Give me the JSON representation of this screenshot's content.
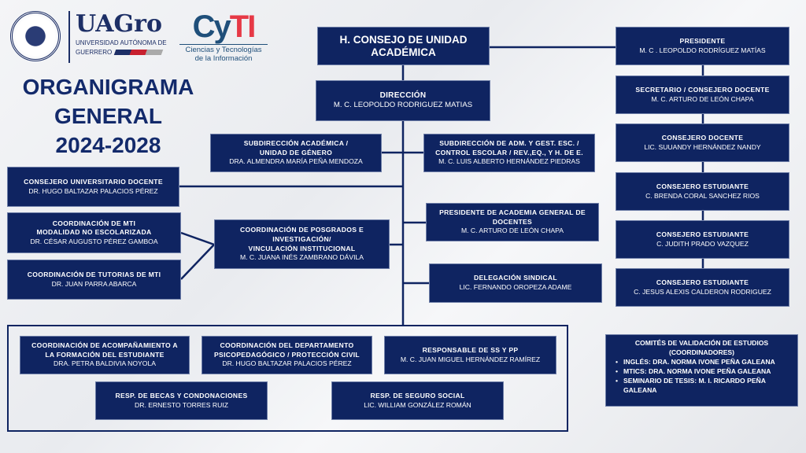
{
  "logos": {
    "uagro_name": "UAGro",
    "uagro_sub1": "UNIVERSIDAD AUTÓNOMA DE",
    "uagro_sub2": "GUERRERO",
    "cyti_name_1": "Cy",
    "cyti_name_2": "TI",
    "cyti_sub1": "Ciencias y Tecnologías",
    "cyti_sub2": "de la Información"
  },
  "title": {
    "line1": "ORGANIGRAMA",
    "line2": "GENERAL",
    "line3": "2024-2028"
  },
  "colors": {
    "box": "#0f2461",
    "title": "#132a6b",
    "cyti_red": "#e63946"
  },
  "consejo": {
    "title": "H. CONSEJO DE UNIDAD ACADÉMICA"
  },
  "direccion": {
    "title": "DIRECCIÓN",
    "name": "M. C. LEOPOLDO RODRIGUEZ MATIAS"
  },
  "sub_academica": {
    "title1": "SUBDIRECCIÓN ACADÉMICA /",
    "title2": "UNIDAD DE GÉNERO",
    "name": "DRA. ALMENDRA MARÍA PEÑA MENDOZA"
  },
  "sub_adm": {
    "title1": "SUBDIRECCIÓN DE ADM. Y GEST. ESC. /",
    "title2": "CONTROL ESCOLAR / REV.,EQ., Y H. DE E.",
    "name": "M. C. LUIS ALBERTO HERNÁNDEZ PIEDRAS"
  },
  "consejero_univ": {
    "title": "CONSEJERO UNIVERSITARIO DOCENTE",
    "name": "DR. HUGO BALTAZAR PALACIOS PÉREZ"
  },
  "coord_mti": {
    "title1": "COORDINACIÓN DE MTI",
    "title2": "MODALIDAD NO ESCOLARIZADA",
    "name": "DR. CÉSAR AUGUSTO PÉREZ GAMBOA"
  },
  "tutorias": {
    "title": "COORDINACIÓN DE TUTORIAS DE MTI",
    "name": "DR. JUAN PARRA ABARCA"
  },
  "posgrados": {
    "title1": "COORDINACIÓN DE POSGRADOS E",
    "title2": "INVESTIGACIÓN/",
    "title3": "VINCULACIÓN INSTITUCIONAL",
    "name": "M. C. JUANA INÉS ZAMBRANO DÁVILA"
  },
  "pres_academia": {
    "title1": "PRESIDENTE DE ACADEMIA GENERAL DE",
    "title2": "DOCENTES",
    "name": "M. C. ARTURO DE LEÓN CHAPA"
  },
  "delegacion": {
    "title": "DELEGACIÓN SINDICAL",
    "name": "LIC. FERNANDO OROPEZA ADAME"
  },
  "bottom": [
    {
      "title1": "COORDINACIÓN DE ACOMPAÑAMIENTO A",
      "title2": "LA FORMACIÓN DEL ESTUDIANTE",
      "name": "DRA. PETRA BALDIVIA NOYOLA"
    },
    {
      "title1": "COORDINACIÓN DEL DEPARTAMENTO",
      "title2": "PSICOPEDAGÓGICO / PROTECCIÓN CIVIL",
      "name": "DR. HUGO BALTAZAR PALACIOS PÉREZ"
    },
    {
      "title1": "RESPONSABLE DE SS Y PP",
      "name": "M. C. JUAN MIGUEL HERNÁNDEZ RAMÍREZ"
    },
    {
      "title1": "RESP. DE BECAS Y CONDONACIONES",
      "name": "DR. ERNESTO TORRES RUIZ"
    },
    {
      "title1": "RESP. DE SEGURO SOCIAL",
      "name": "LIC. WILLIAM GONZÁLEZ ROMÁN"
    }
  ],
  "consejo_members": [
    {
      "title": "PRESIDENTE",
      "name": "M. C . LEOPOLDO RODRÍGUEZ MATÍAS"
    },
    {
      "title": "SECRETARIO / CONSEJERO DOCENTE",
      "name": "M. C. ARTURO DE LEÓN CHAPA"
    },
    {
      "title": "CONSEJERO DOCENTE",
      "name": "LIC. SUUANDY HERNÁNDEZ NANDY"
    },
    {
      "title": "CONSEJERO ESTUDIANTE",
      "name": "C. BRENDA CORAL SANCHEZ RIOS"
    },
    {
      "title": "CONSEJERO ESTUDIANTE",
      "name": "C. JUDITH PRADO VAZQUEZ"
    },
    {
      "title": "CONSEJERO ESTUDIANTE",
      "name": "C. JESUS ALEXIS CALDERON RODRIGUEZ"
    }
  ],
  "comites": {
    "title1": "COMITÉS DE VALIDACIÓN DE ESTUDIOS",
    "title2": "(COORDINADORES)",
    "items": [
      "INGLÉS: DRA. NORMA IVONE PEÑA GALEANA",
      "MTICS: DRA. NORMA IVONE PEÑA GALEANA",
      "SEMINARIO DE TESIS: M. I. RICARDO PEÑA GALEANA"
    ]
  }
}
